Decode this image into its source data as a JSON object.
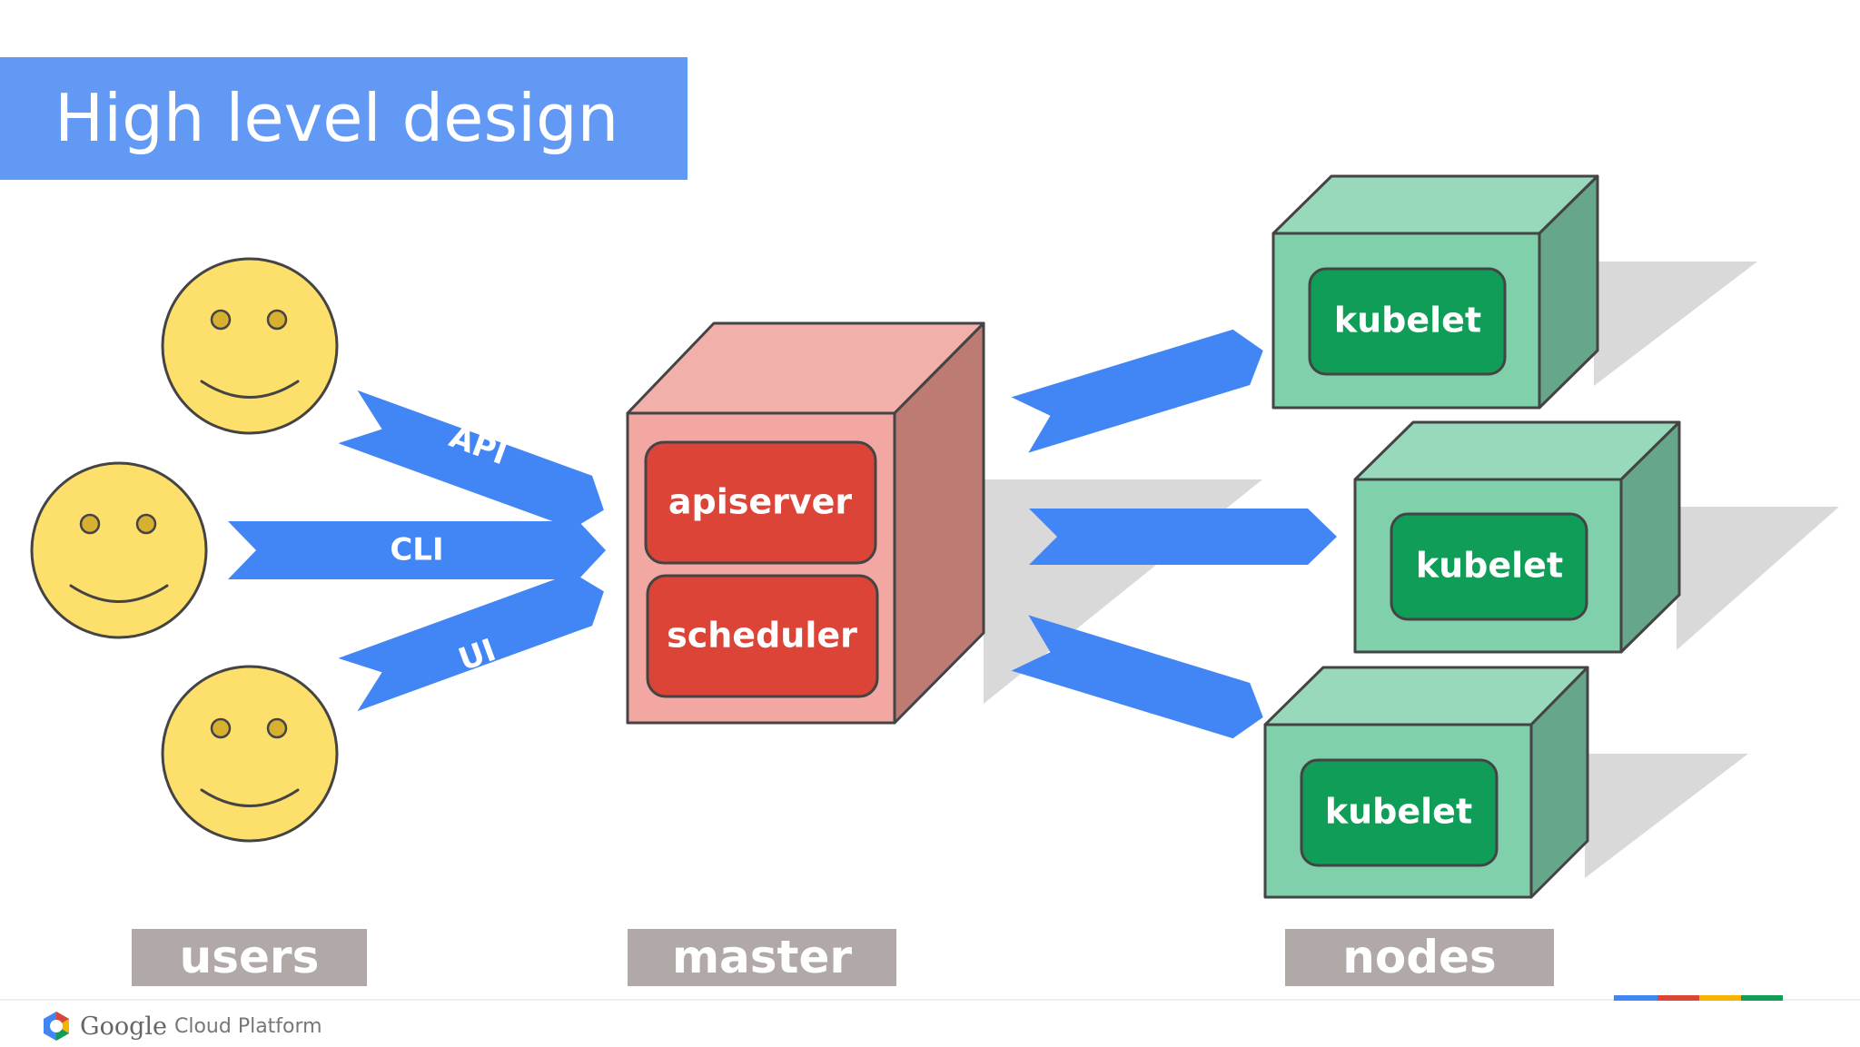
{
  "title": "High level design",
  "arrows": {
    "api": "API",
    "cli": "CLI",
    "ui": "UI"
  },
  "master": {
    "components": [
      "apiserver",
      "scheduler"
    ]
  },
  "nodes": {
    "component": "kubelet"
  },
  "columns": [
    "users",
    "master",
    "nodes"
  ],
  "footer": {
    "brand": "Google",
    "product": "Cloud Platform"
  },
  "colors": {
    "title_bg": "#6199f5",
    "arrow": "#4285f4",
    "face": "#fde06c",
    "master_front": "#f2a7a2",
    "component_red": "#db4437",
    "node_front": "#7fd0ab",
    "component_green": "#0f9d58",
    "label_bg": "#b0a9a7"
  }
}
